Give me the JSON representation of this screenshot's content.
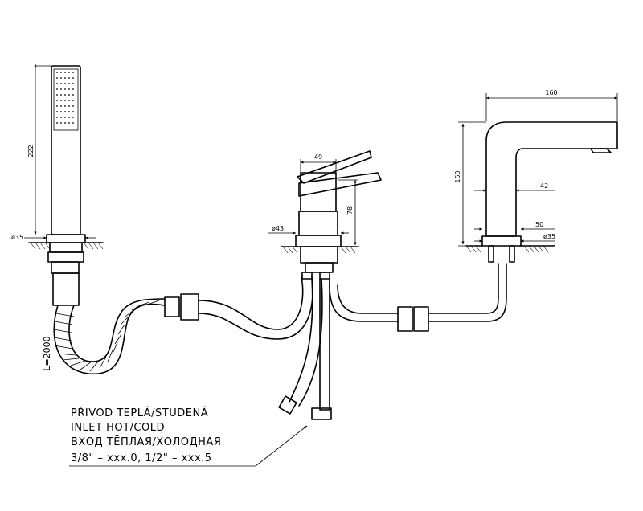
{
  "dimensions": {
    "handshower_length": "222",
    "handshower_diameter": "ø35",
    "hose_length": "L=2000",
    "mixer_width": "49",
    "mixer_height": "78",
    "mixer_diameter": "ø43",
    "spout_reach": "160",
    "spout_height": "150",
    "spout_neck": "42",
    "spout_base": "50",
    "spout_diameter": "ø35"
  },
  "inlet_note": {
    "line1": "PŘIVOD TEPLÁ/STUDENÁ",
    "line2": "INLET HOT/COLD",
    "line3": "ВХОД ТЁПЛАЯ/ХОЛОДНАЯ",
    "line4": "3/8\"  –  xxx.0,  1/2\"  –  xxx.5"
  }
}
